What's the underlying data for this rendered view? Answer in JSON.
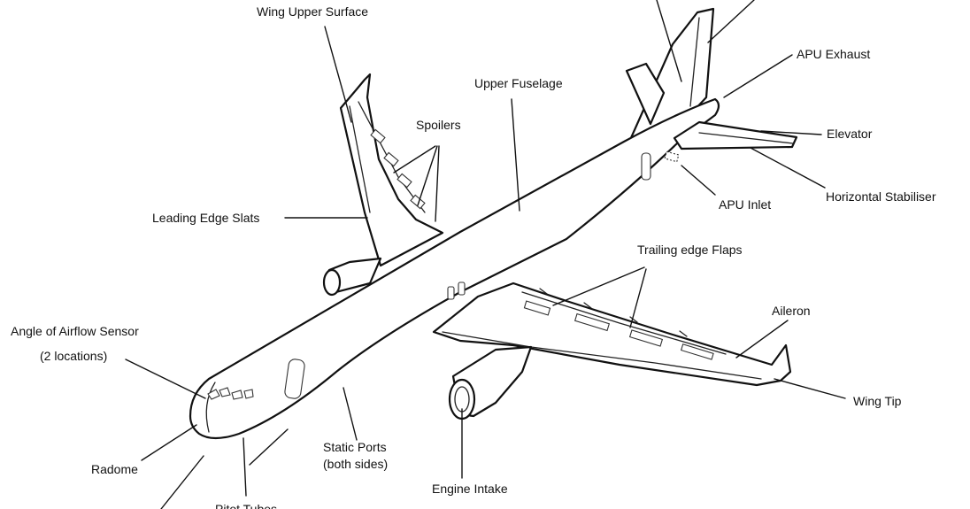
{
  "labels": {
    "wing_upper_surface": "Wing Upper Surface",
    "upper_fuselage": "Upper Fuselage",
    "apu_exhaust": "APU Exhaust",
    "spoilers": "Spoilers",
    "elevator": "Elevator",
    "horizontal_stabiliser": "Horizontal Stabiliser",
    "apu_inlet": "APU Inlet",
    "leading_edge_slats": "Leading Edge Slats",
    "trailing_edge_flaps": "Trailing edge Flaps",
    "aileron": "Aileron",
    "angle_of_airflow_sensor": "Angle of Airflow Sensor",
    "two_locations": "(2 locations)",
    "wing_tip": "Wing Tip",
    "radome": "Radome",
    "static_ports": "Static Ports",
    "both_sides": "(both sides)",
    "engine_intake": "Engine Intake",
    "pitot_tubes": "Pitot Tubes"
  }
}
